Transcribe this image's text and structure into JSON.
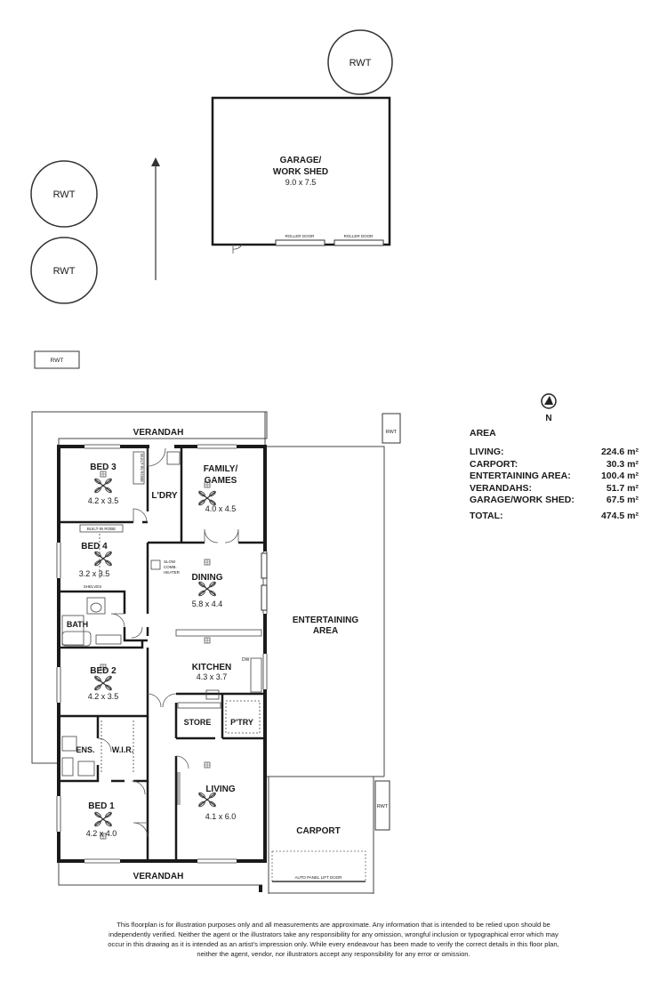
{
  "rooms": {
    "garage": "GARAGE/",
    "garage2": "WORK SHED",
    "garage_dim": "9.0 x 7.5",
    "roller_door": "ROLLER DOOR",
    "rwt": "RWT",
    "verandah": "VERANDAH",
    "bed3": "BED 3",
    "bed3_dim": "4.2 x 3.5",
    "built_in_robe": "BUILT-IN ROBE",
    "ldry": "L'DRY",
    "family": "FAMILY/",
    "family2": "GAMES",
    "family_dim": "4.0 x 4.5",
    "bed4": "BED 4",
    "bed4_dim": "3.2 x 3.5",
    "shelves": "SHELVES",
    "heater1": "SLOW",
    "heater2": "COMB.",
    "heater3": "HEATER",
    "dining": "DINING",
    "dining_dim": "5.8 x 4.4",
    "bath": "BATH",
    "entertaining": "ENTERTAINING",
    "entertaining2": "AREA",
    "dw": "DW",
    "bed2": "BED 2",
    "bed2_dim": "4.2 x 3.5",
    "kitchen": "KITCHEN",
    "kitchen_dim": "4.3 x 3.7",
    "store": "STORE",
    "pantry": "P'TRY",
    "ens": "ENS.",
    "wir": "W.I.R.",
    "living": "LIVING",
    "living_dim": "4.1 x 6.0",
    "bed1": "BED 1",
    "bed1_dim": "4.2 x 4.0",
    "carport": "CARPORT",
    "auto_door": "AUTO PANEL LIFT DOOR"
  },
  "compass": {
    "north": "N"
  },
  "area": {
    "title": "AREA",
    "rows": [
      {
        "label": "LIVING:",
        "value": "224.6 m²"
      },
      {
        "label": "CARPORT:",
        "value": "30.3 m²"
      },
      {
        "label": "ENTERTAINING AREA:",
        "value": "100.4 m²"
      },
      {
        "label": "VERANDAHS:",
        "value": "51.7 m²"
      },
      {
        "label": "GARAGE/WORK SHED:",
        "value": "67.5 m²"
      }
    ],
    "total_label": "TOTAL:",
    "total_value": "474.5 m²"
  },
  "disclaimer": "This floorplan is for illustration purposes only and all measurements are approximate. Any information that is intended to be relied upon should be independently verified. Neither the agent or the illustrators take any responsibility for any omission, wrongful inclusion or typographical error which may occur in this drawing as it is intended as an artist's impression only. While every endeavour has been made to verify the correct details in this floor plan, neither the agent, vendor, nor illustrators accept any responsibility for any error or omission.",
  "colors": {
    "wall": "#1a1a1a",
    "line": "#333333"
  }
}
